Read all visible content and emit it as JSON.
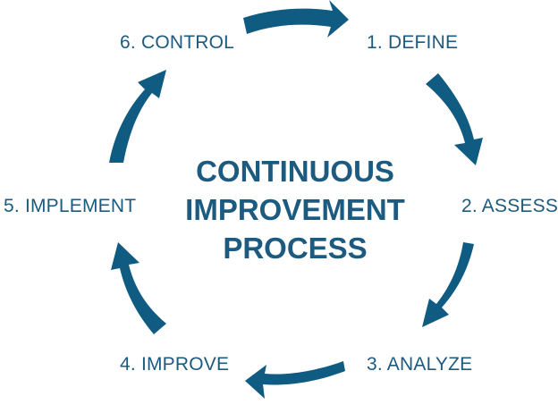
{
  "title_lines": [
    "CONTINUOUS",
    "IMPROVEMENT",
    "PROCESS"
  ],
  "steps": [
    {
      "label": "1. DEFINE"
    },
    {
      "label": "2. ASSESS"
    },
    {
      "label": "3. ANALYZE"
    },
    {
      "label": "4. IMPROVE"
    },
    {
      "label": "5. IMPLEMENT"
    },
    {
      "label": "6. CONTROL"
    }
  ],
  "colors": {
    "arrow": "#0f5b82",
    "text": "#1c5a80",
    "background": "#ffffff"
  }
}
